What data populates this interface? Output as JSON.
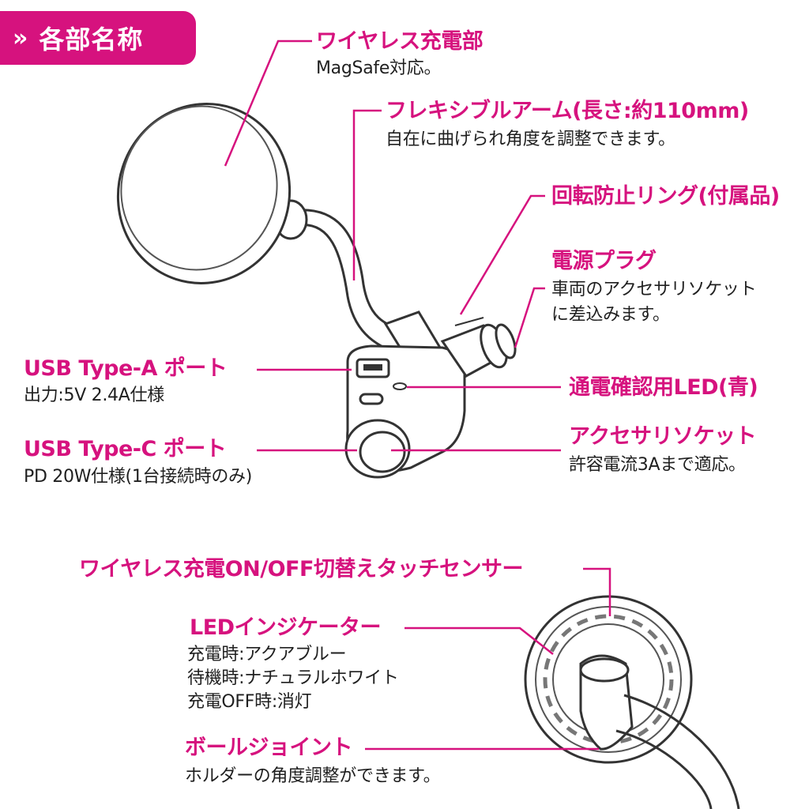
{
  "header": {
    "chevron": "»",
    "title": "各部名称"
  },
  "parts": {
    "wireless_charger": {
      "title": "ワイヤレス充電部",
      "desc": "MagSafe対応。"
    },
    "flexible_arm": {
      "title": "フレキシブルアーム(長さ:約110mm)",
      "desc": "自在に曲げられ角度を調整できます。"
    },
    "anti_rotation_ring": {
      "title": "回転防止リング(付属品)"
    },
    "power_plug": {
      "title": "電源プラグ",
      "desc1": "車両のアクセサリソケット",
      "desc2": "に差込みます。"
    },
    "usb_a": {
      "title": "USB Type-A ポート",
      "desc": "出力:5V 2.4A仕様"
    },
    "power_led": {
      "title": "通電確認用LED(青)"
    },
    "usb_c": {
      "title": "USB Type-C ポート",
      "desc": "PD 20W仕様(1台接続時のみ)"
    },
    "accessory_socket": {
      "title": "アクセサリソケット",
      "desc": "許容電流3Aまで適応。"
    },
    "touch_sensor": {
      "title": "ワイヤレス充電ON/OFF切替えタッチセンサー"
    },
    "led_indicator": {
      "title": "LEDインジケーター",
      "desc1": "充電時:アクアブルー",
      "desc2": "待機時:ナチュラルホワイト",
      "desc3": "充電OFF時:消灯"
    },
    "ball_joint": {
      "title": "ボールジョイント",
      "desc": "ホルダーの角度調整ができます。"
    }
  },
  "colors": {
    "accent": "#d6127e",
    "text": "#1f1f1f",
    "line_art": "#333333"
  }
}
